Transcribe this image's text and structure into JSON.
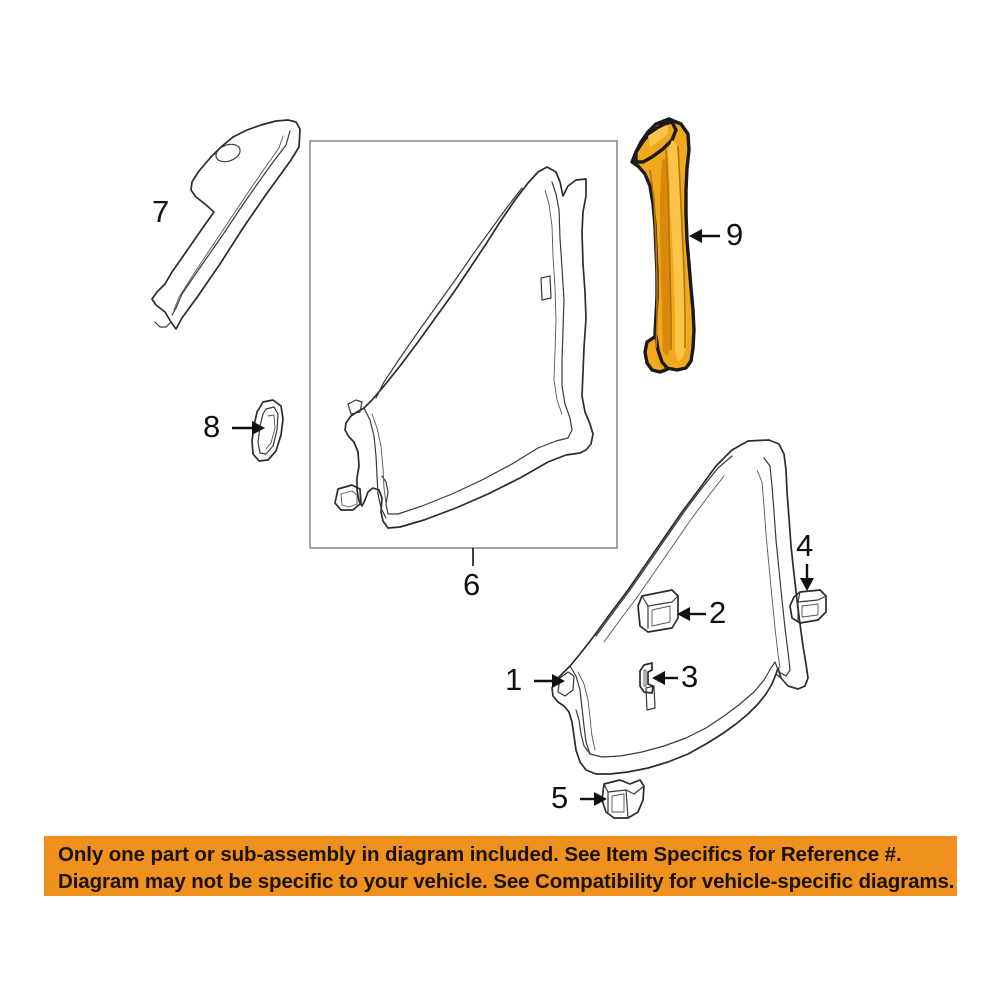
{
  "diagram": {
    "title": "Vehicle Body Side Pillar Exploded Parts Diagram",
    "background_color": "#ffffff",
    "highlight_color": "#f0a81c",
    "line_color": "#2b2b2b",
    "callouts": [
      {
        "ref": "1",
        "label": "1",
        "part": "body-side-outer-panel-assembly",
        "arrow_direction": "right",
        "highlighted": false
      },
      {
        "ref": "2",
        "label": "2",
        "part": "reinforcement-bracket-upper",
        "arrow_direction": "left",
        "highlighted": false
      },
      {
        "ref": "3",
        "label": "3",
        "part": "small-retainer-clip",
        "arrow_direction": "left",
        "highlighted": false
      },
      {
        "ref": "4",
        "label": "4",
        "part": "wedge-bracket",
        "arrow_direction": "down",
        "highlighted": false
      },
      {
        "ref": "5",
        "label": "5",
        "part": "lower-rocker-bracket",
        "arrow_direction": "right",
        "highlighted": false
      },
      {
        "ref": "6",
        "label": "6",
        "part": "body-side-inner-panel-boxed",
        "arrow_direction": "up-leader",
        "highlighted": false
      },
      {
        "ref": "7",
        "label": "7",
        "part": "roof-side-rail-brace",
        "arrow_direction": "right",
        "highlighted": false
      },
      {
        "ref": "8",
        "label": "8",
        "part": "pillar-filler-clip",
        "arrow_direction": "right",
        "highlighted": false
      },
      {
        "ref": "9",
        "label": "9",
        "part": "a-pillar-reinforcement",
        "arrow_direction": "left",
        "highlighted": true
      }
    ]
  },
  "notice": {
    "line1": "Only one part or sub-assembly in diagram included. See Item Specifics for Reference #.",
    "line2": "Diagram may not be specific to your vehicle. See Compatibility for vehicle-specific diagrams.",
    "background_color": "#f0901e",
    "text_color": "#1a1200"
  }
}
